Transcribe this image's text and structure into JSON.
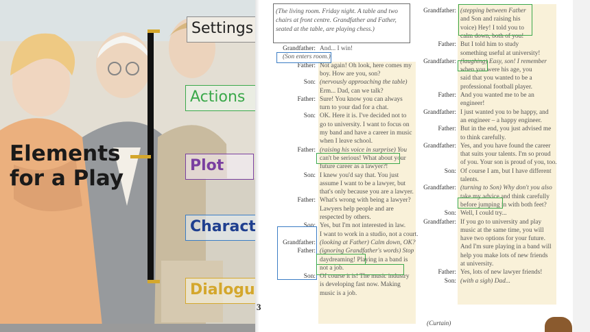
{
  "heading": {
    "line1": "Elements",
    "line2": "for a Play"
  },
  "labels": {
    "settings": "Settings",
    "actions": "Actions",
    "plot": "Plot",
    "characters": "Characters",
    "dialogue": "Dialogue"
  },
  "colors": {
    "settings": "#8a8a8a",
    "actions": "#3aa84a",
    "plot": "#7a3fa0",
    "characters": "#1f3f8f",
    "dialogue": "#d4a72c",
    "highlight": "#f7eccc"
  },
  "script": {
    "intro": [
      "(The living room. Friday night. A table and two",
      "chairs at front centre. Grandfather and Father,",
      "seated at the table, are playing chess.)"
    ],
    "col1": [
      {
        "speaker": "Grandfather:",
        "lines": [
          "And... I win!"
        ]
      },
      {
        "speaker": "",
        "lines": [
          "(Son enters room.)"
        ]
      },
      {
        "speaker": "Father:",
        "lines": [
          "Not again! Oh look, here comes my",
          "boy. How are you, son?"
        ]
      },
      {
        "speaker": "Son:",
        "lines": [
          "(nervously approaching the table)",
          "Erm... Dad, can we talk?"
        ]
      },
      {
        "speaker": "Father:",
        "lines": [
          "Sure! You know you can always",
          "turn to your dad for a chat."
        ]
      },
      {
        "speaker": "Son:",
        "lines": [
          "OK. Here it is. I've decided not to",
          "go to university. I want to focus on",
          "my band and have a career in music",
          "when I leave school."
        ]
      },
      {
        "speaker": "Father:",
        "lines": [
          "(raising his voice in surprise) You",
          "can't be serious! What about your",
          "future career as a lawyer?!"
        ]
      },
      {
        "speaker": "Son:",
        "lines": [
          "I knew you'd say that. You just",
          "assume I want to be a lawyer, but",
          "that's only because you are a lawyer."
        ]
      },
      {
        "speaker": "Father:",
        "lines": [
          "What's wrong with being a lawyer?",
          "Lawyers help people and are",
          "respected by others."
        ]
      },
      {
        "speaker": "Son:",
        "lines": [
          "Yes, but I'm not interested in law.",
          "I want to work in a studio, not a court."
        ]
      },
      {
        "speaker": "Grandfather:",
        "lines": [
          "(looking at Father) Calm down, OK?"
        ]
      },
      {
        "speaker": "Father:",
        "lines": [
          "(ignoring Grandfather's words) Stop",
          "daydreaming! Playing in a band is",
          "not a job."
        ]
      },
      {
        "speaker": "Son:",
        "lines": [
          "Of course it is! The music industry",
          "is developing fast now. Making",
          "music is a job."
        ]
      }
    ],
    "col2": [
      {
        "speaker": "Grandfather:",
        "lines": [
          "(stepping between Father",
          "and Son and raising his",
          "voice) Hey! I told you to",
          "calm down, both of you!"
        ]
      },
      {
        "speaker": "Father:",
        "lines": [
          "But I told him to study",
          "something useful at university!"
        ]
      },
      {
        "speaker": "Grandfather:",
        "lines": [
          "(laughing) Easy, son! I remember",
          "when you were his age, you",
          "said that you wanted to be a",
          "professional football player."
        ]
      },
      {
        "speaker": "Father:",
        "lines": [
          "And you wanted me to be an",
          "engineer!"
        ]
      },
      {
        "speaker": "Grandfather:",
        "lines": [
          "I just wanted you to be happy, and",
          "an engineer – a happy engineer."
        ]
      },
      {
        "speaker": "Father:",
        "lines": [
          "But in the end, you just advised me",
          "to think carefully."
        ]
      },
      {
        "speaker": "Grandfather:",
        "lines": [
          "Yes, and you have found the career",
          "that suits your talents. I'm so proud",
          "of you. Your son is proud of you, too."
        ]
      },
      {
        "speaker": "Son:",
        "lines": [
          "Of course I am, but I have different",
          "talents."
        ]
      },
      {
        "speaker": "Grandfather:",
        "lines": [
          "(turning to Son) Why don't you also",
          "take my advice and think carefully",
          "before jumping in with both feet?"
        ]
      },
      {
        "speaker": "Son:",
        "lines": [
          "Well, I could try..."
        ]
      },
      {
        "speaker": "Grandfather:",
        "lines": [
          "If you go to university and play",
          "music at the same time, you will",
          "have two options for your future.",
          "And I'm sure playing in a band will",
          "help you make lots of new friends",
          "at university."
        ]
      },
      {
        "speaker": "Father:",
        "lines": [
          "Yes, lots of new lawyer friends!"
        ]
      },
      {
        "speaker": "Son:",
        "lines": [
          "(with a sigh) Dad..."
        ]
      }
    ],
    "curtain": "(Curtain)"
  }
}
